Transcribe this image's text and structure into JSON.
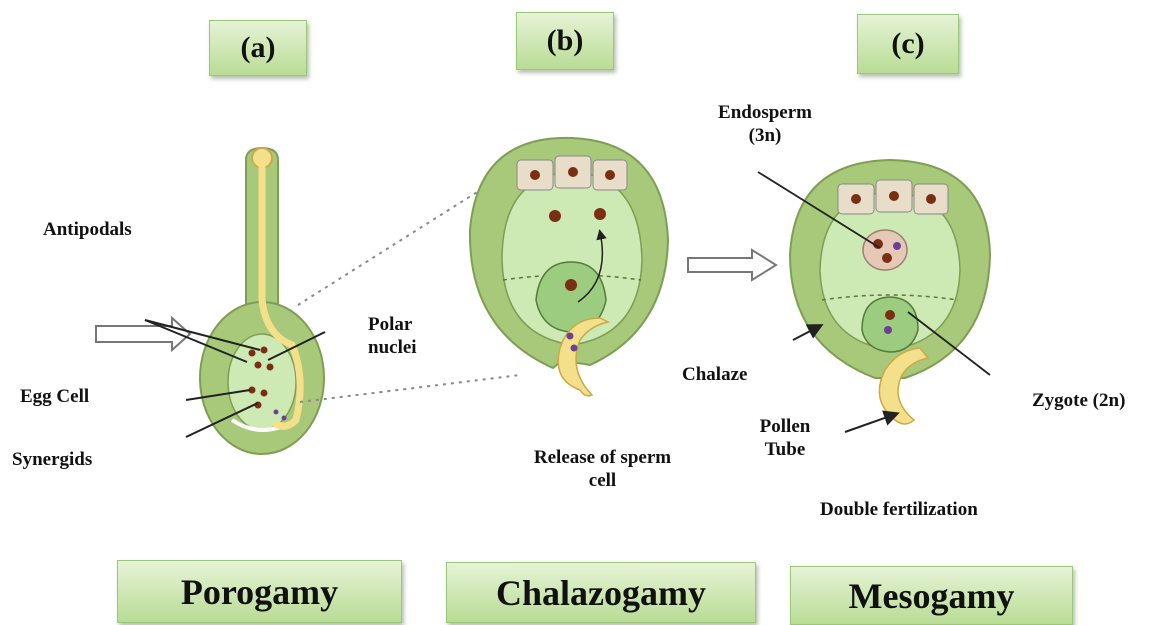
{
  "panels": [
    {
      "letter": "(a)",
      "method": "Porogamy"
    },
    {
      "letter": "(b)",
      "method": "Chalazogamy"
    },
    {
      "letter": "(c)",
      "method": "Mesogamy"
    }
  ],
  "labels": {
    "antipodals": "Antipodals",
    "polar_line1": "Polar",
    "polar_line2": "nuclei",
    "egg_cell": "Egg Cell",
    "synergids": "Synergids",
    "release_line1": "Release of sperm",
    "release_line2": "cell",
    "endosperm_line1": "Endosperm",
    "endosperm_line2": "(3n)",
    "chalaze": "Chalaze",
    "pollen_line1": "Pollen",
    "pollen_line2": "Tube",
    "zygote": "Zygote (2n)",
    "double_fertilization": "Double fertilization"
  },
  "colors": {
    "integument": "#a9c97a",
    "integument_edge": "#7f9e55",
    "embryo_sac": "#cde9b4",
    "central_cell": "#9bcc80",
    "nucleus": "#7a2e12",
    "antipodal_cell": "#e8ddc8",
    "pollen_tube": "#f4df8a",
    "sperm": "#6e3f97",
    "endosperm": "#e6c8b6",
    "label_box_top": "#e6f3d6",
    "label_box_bottom": "#b9dc95"
  }
}
